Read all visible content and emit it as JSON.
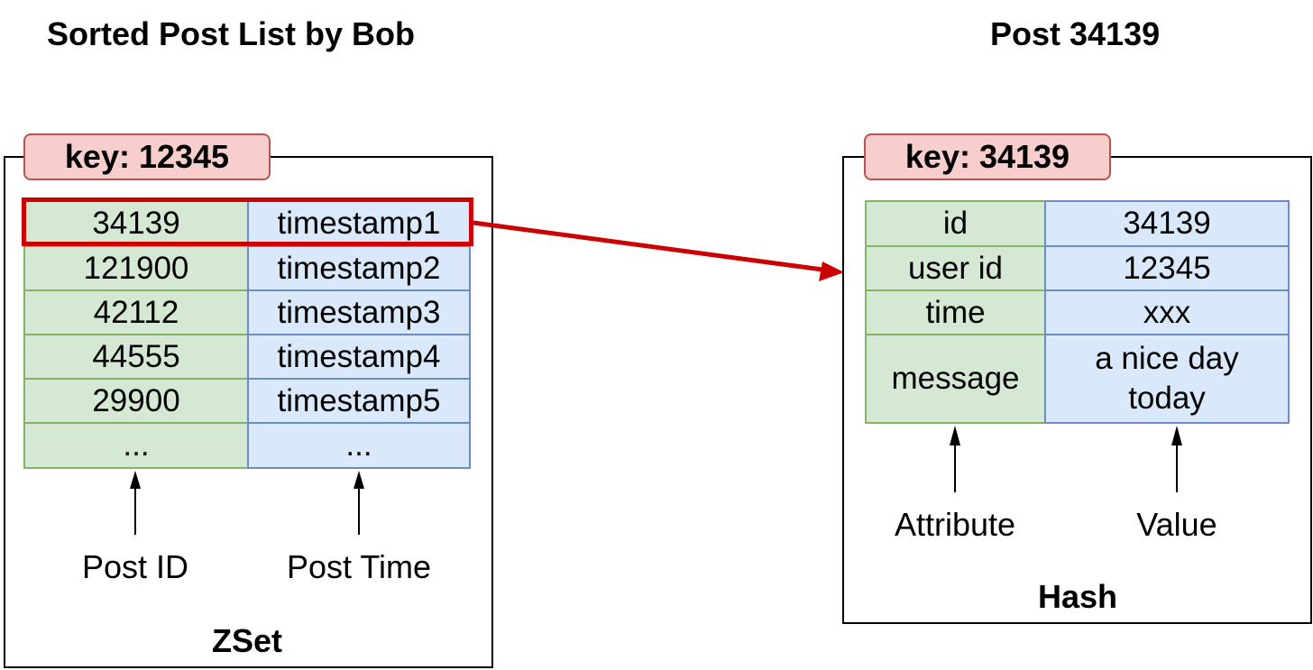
{
  "left": {
    "title": "Sorted Post List by Bob",
    "key": "key: 12345",
    "rows": [
      {
        "id": "34139",
        "time": "timestamp1"
      },
      {
        "id": "121900",
        "time": "timestamp2"
      },
      {
        "id": "42112",
        "time": "timestamp3"
      },
      {
        "id": "44555",
        "time": "timestamp4"
      },
      {
        "id": "29900",
        "time": "timestamp5"
      },
      {
        "id": "...",
        "time": "..."
      }
    ],
    "label_id": "Post ID",
    "label_time": "Post Time",
    "type": "ZSet"
  },
  "right": {
    "title": "Post 34139",
    "key": "key: 34139",
    "rows": [
      {
        "attr": "id",
        "value": "34139"
      },
      {
        "attr": "user id",
        "value": "12345"
      },
      {
        "attr": "time",
        "value": "xxx"
      },
      {
        "attr": "message",
        "value": "a nice day\ntoday"
      }
    ],
    "label_attr": "Attribute",
    "label_value": "Value",
    "type": "Hash"
  },
  "colors": {
    "green_fill": "#d5e8d4",
    "green_stroke": "#82b366",
    "blue_fill": "#dae8fc",
    "blue_stroke": "#6c8ebf",
    "key_fill": "#f8cecc",
    "key_stroke": "#b85450",
    "highlight": "#cc0000"
  }
}
